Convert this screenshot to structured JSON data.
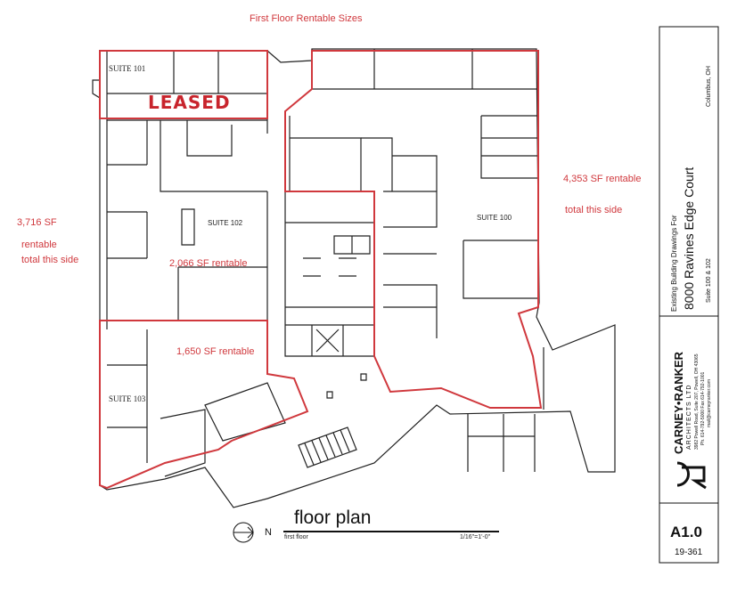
{
  "header": {
    "title": "First Floor Rentable Sizes"
  },
  "suites": {
    "s101": "SUITE 101",
    "s102": "SUITE 102",
    "s100": "SUITE 100",
    "s103": "SUITE 103"
  },
  "leased_label": "LEASED",
  "annotations": {
    "left_total_1": "3,716 SF",
    "left_total_2": "rentable",
    "left_total_3": "total this side",
    "right_total_1": "4,353 SF rentable",
    "right_total_2": "total this side",
    "suite102_size": "2,066 SF rentable",
    "suite103_size": "1,650 SF rentable"
  },
  "plan": {
    "title": "floor plan",
    "subtitle": "first floor",
    "scale": "1/16\"=1'-0\"",
    "north": "N"
  },
  "title_block": {
    "project_line1": "Existing Building Drawings For",
    "project_line2": "8000 Ravines Edge Court",
    "project_line3": "Suite 100 & 102",
    "city": "Columbus, OH",
    "firm_name": "CARNEY•RANKER",
    "firm_sub": "ARCHITECTS LTD",
    "firm_addr1": "3982 Powell Road, Suite 207, Powell, OH 43065",
    "firm_addr2": "Ph. 614-792-5000 Fax 614-792-1001",
    "firm_email": "mail@carneyranker.com",
    "logo_letters": "CR",
    "sheet": "A1.0",
    "sheet_no": "19-361"
  },
  "colors": {
    "red_line": "#d0383d",
    "wall": "#222222",
    "leased": "#c8242c"
  }
}
